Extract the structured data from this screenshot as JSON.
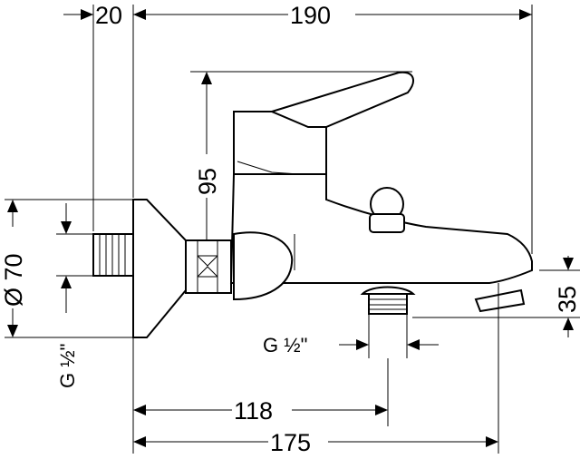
{
  "drawing": {
    "dimensions": {
      "top_left": "20",
      "top_width": "190",
      "height_95": "95",
      "flange_diameter": "Ø 70",
      "left_thread": "G ½\"",
      "bottom_thread": "G ½\"",
      "spout_height": "35",
      "width_118": "118",
      "width_175": "175"
    }
  }
}
